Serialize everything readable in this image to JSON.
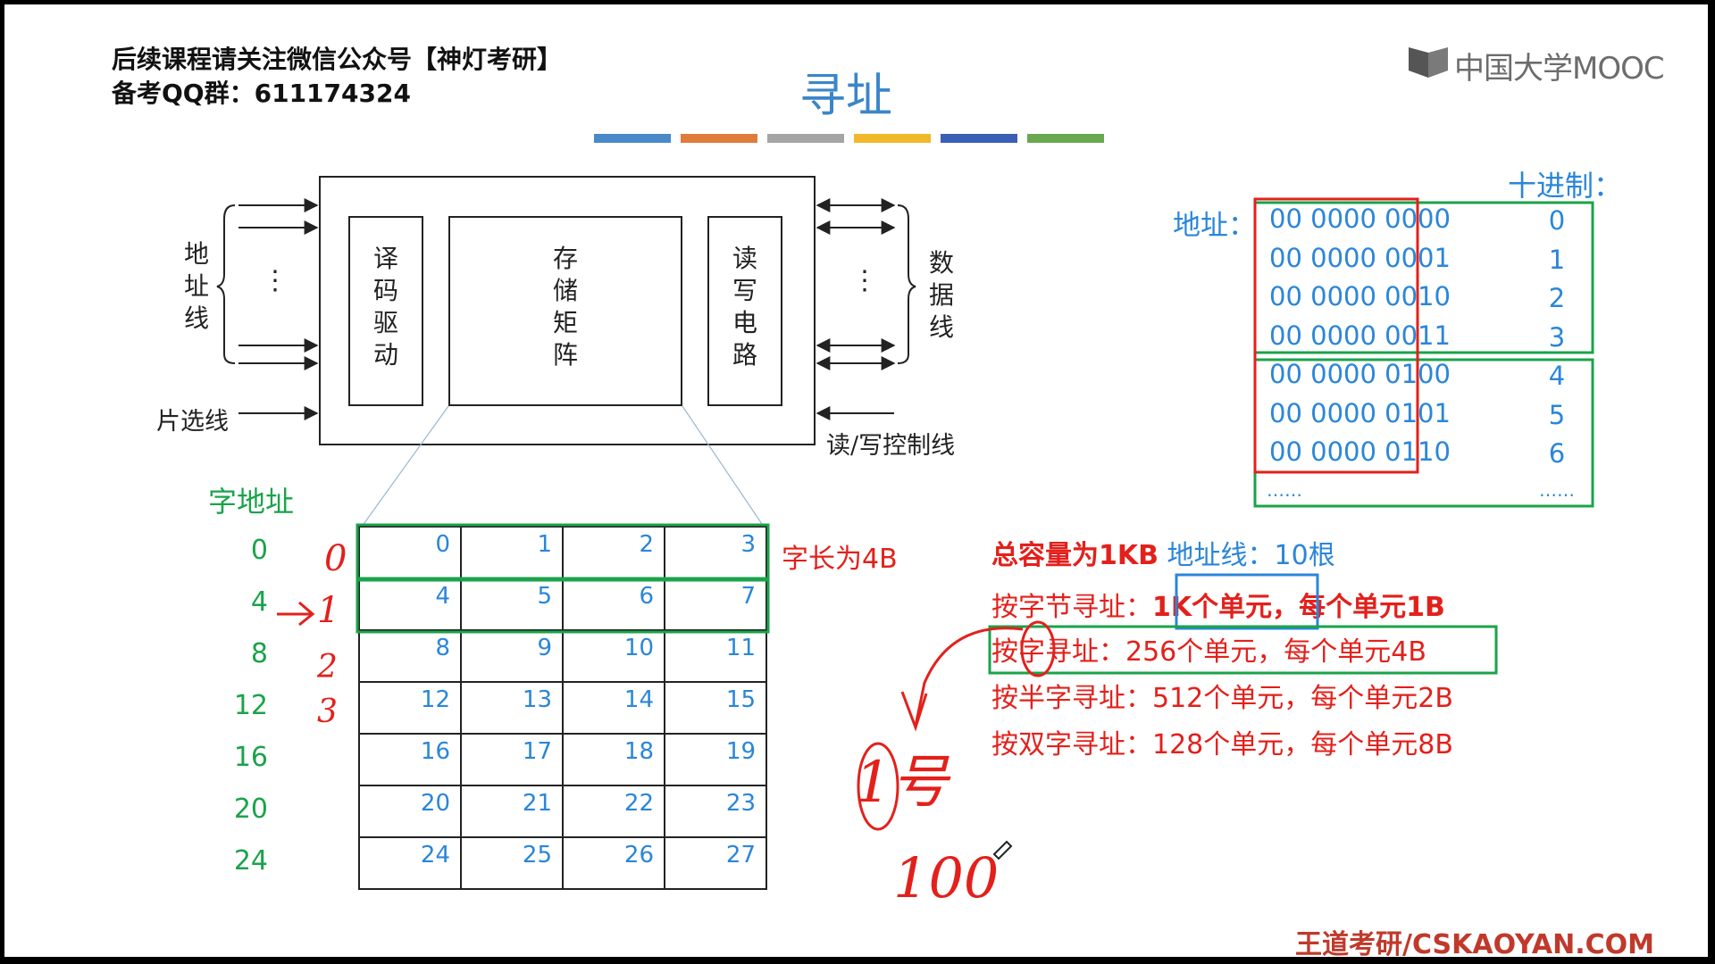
{
  "header": {
    "note_line1": "后续课程请关注微信公众号【神灯考研】",
    "note_line2": "备考QQ群：611174324",
    "title": "寻址",
    "mooc": "中国大学MOOC",
    "color_bars": [
      "#4a89c9",
      "#e07b39",
      "#a5a5a5",
      "#f0b82a",
      "#3b5fb5",
      "#6aa84f"
    ]
  },
  "chip": {
    "addr_line": "地址线",
    "data_line": "数据线",
    "chip_select": "片选线",
    "rw_control": "读/写控制线",
    "decoder": "译码驱动",
    "matrix": "存储矩阵",
    "rw_circuit": "读写电路",
    "dots": "⋮"
  },
  "word_table": {
    "header": "字地址",
    "word_addrs": [
      "0",
      "4",
      "8",
      "12",
      "16",
      "20",
      "24"
    ],
    "rows": [
      [
        "0",
        "1",
        "2",
        "3"
      ],
      [
        "4",
        "5",
        "6",
        "7"
      ],
      [
        "8",
        "9",
        "10",
        "11"
      ],
      [
        "12",
        "13",
        "14",
        "15"
      ],
      [
        "16",
        "17",
        "18",
        "19"
      ],
      [
        "20",
        "21",
        "22",
        "23"
      ],
      [
        "24",
        "25",
        "26",
        "27"
      ]
    ],
    "word_len_note": "字长为4B"
  },
  "address_panel": {
    "decimal_label": "十进制：",
    "addr_label": "地址：",
    "addresses": [
      "00 0000 0000",
      "00 0000 0001",
      "00 0000 0010",
      "00 0000 0011",
      "00 0000 0100",
      "00 0000 0101",
      "00 0000 0110"
    ],
    "decimals": [
      "0",
      "1",
      "2",
      "3",
      "4",
      "5",
      "6"
    ],
    "ellipsis_left": "……",
    "ellipsis_right": "……"
  },
  "capacity": {
    "total": "总容量为1KB",
    "addr_lines": "地址线：10根",
    "byte_prefix": "按字节寻址：",
    "byte_units": "1K个单元",
    "byte_suffix": "，每个单元1B",
    "word": "按字寻址：256个单元，每个单元4B",
    "half_word": "按半字寻址：512个单元，每个单元2B",
    "double_word": "按双字寻址：128个单元，每个单元8B"
  },
  "handwriting": {
    "row_labels": [
      "0",
      "1",
      "2",
      "3"
    ],
    "num_label": "1号",
    "hundred": "100"
  },
  "footer": {
    "brand": "王道考研/CSKAOYAN.COM"
  }
}
